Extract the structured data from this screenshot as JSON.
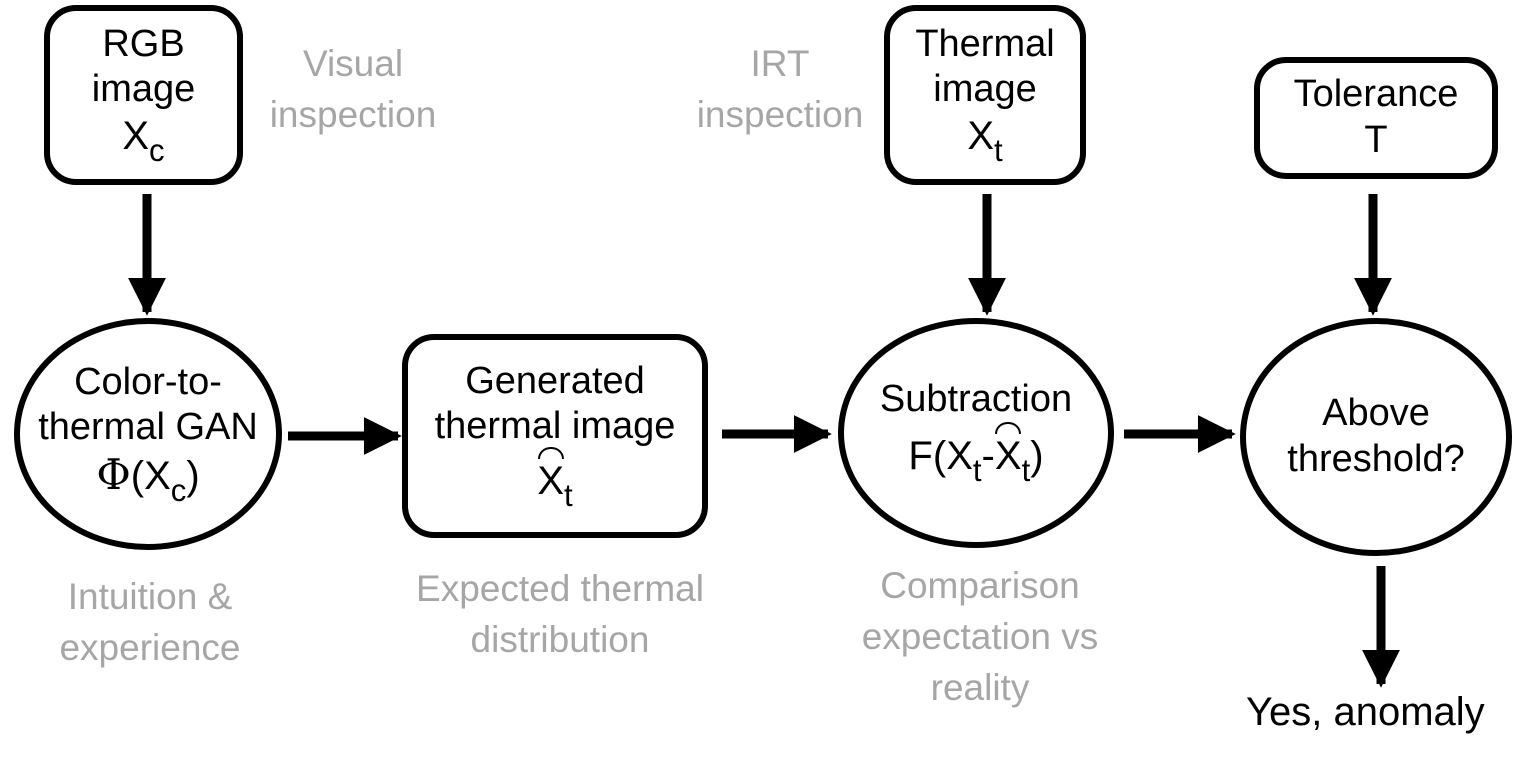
{
  "nodes": {
    "rgb": {
      "line1": "RGB",
      "line2": "image",
      "var": "X",
      "var_sub": "c"
    },
    "thermal": {
      "line1": "Thermal",
      "line2": "image",
      "var": "X",
      "var_sub": "t"
    },
    "tolerance": {
      "line1": "Tolerance",
      "line2": "T"
    },
    "gan": {
      "line1": "Color-to-",
      "line2": "thermal GAN",
      "phi": "Φ",
      "open": "(",
      "var": "X",
      "var_sub": "c",
      "close": ")"
    },
    "generated": {
      "line1": "Generated",
      "line2": "thermal image",
      "var": "X",
      "var_sub": "t"
    },
    "subtraction": {
      "line1": "Subtraction",
      "func": "F(",
      "var1": "X",
      "var1_sub": "t",
      "minus": "-",
      "var2": "X",
      "var2_sub": "t",
      "close": ")"
    },
    "threshold": {
      "line1": "Above",
      "line2": "threshold?"
    }
  },
  "annotations": {
    "visual": {
      "line1": "Visual",
      "line2": "inspection"
    },
    "irt": {
      "line1": "IRT",
      "line2": "inspection"
    },
    "intuition": {
      "line1": "Intuition &",
      "line2": "experience"
    },
    "expected": {
      "line1": "Expected thermal",
      "line2": "distribution"
    },
    "comparison": {
      "line1": "Comparison",
      "line2": "expectation vs",
      "line3": "reality"
    }
  },
  "outcome": "Yes, anomaly",
  "colors": {
    "stroke": "#000000",
    "annotation": "#a6a6a6",
    "background": "#ffffff"
  }
}
